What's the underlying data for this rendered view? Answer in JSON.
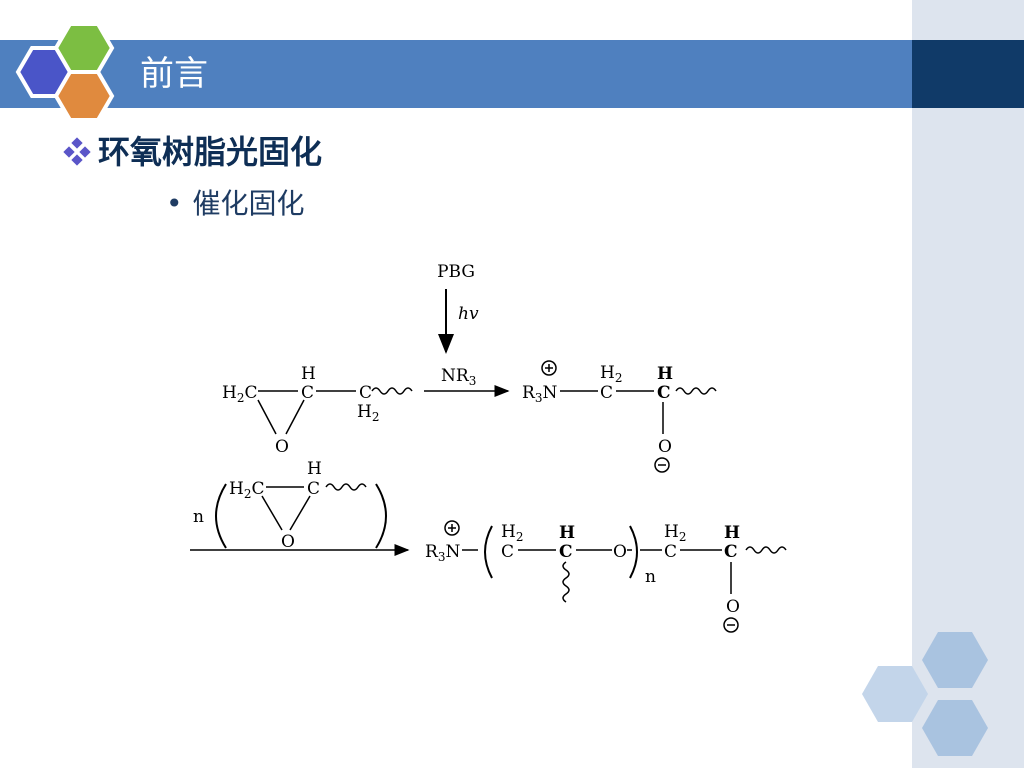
{
  "slide": {
    "title": "前言",
    "bullet_main": "环氧树脂光固化",
    "bullet_sub": "催化固化"
  },
  "scheme": {
    "pbg": "PBG",
    "hv": "hv",
    "nr3_label": "NR",
    "nr3_sub": "3",
    "h": "H",
    "o": "O",
    "c": "C",
    "h2c_h": "H",
    "h2c_2": "2",
    "h2c_c": "C",
    "r3n_r": "R",
    "r3n_3": "3",
    "r3n_n": "N",
    "n": "n"
  },
  "colors": {
    "title_bar": "#4f80bf",
    "title_bar_dark": "#103a68",
    "side_panel": "#dde4ee",
    "hex_blue": "#4a55c8",
    "hex_green": "#7cbe42",
    "hex_orange": "#e08a3e",
    "bullet_text": "#0e2e55",
    "deco_hex": "#a9c3e0"
  }
}
